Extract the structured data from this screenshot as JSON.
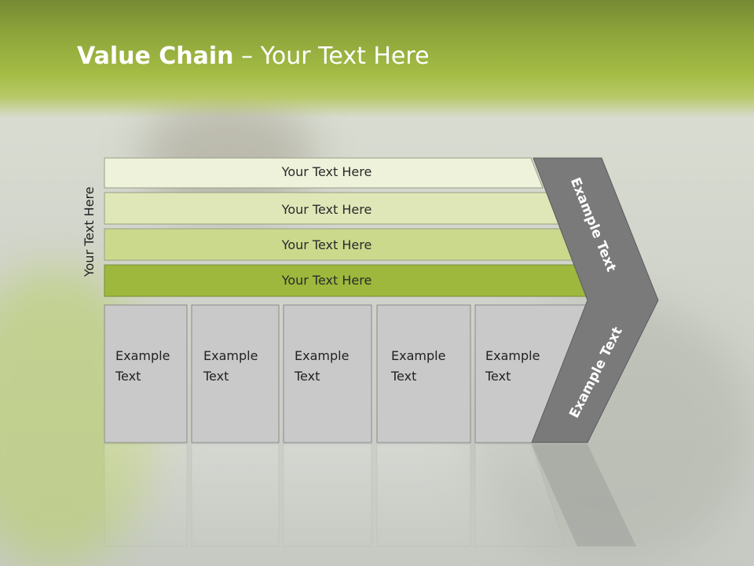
{
  "title": {
    "bold": "Value Chain",
    "rest": " – Your Text Here"
  },
  "side_label": "Your Text Here",
  "support_rows": [
    {
      "label": "Your Text Here",
      "color": "#eef2da"
    },
    {
      "label": "Your Text Here",
      "color": "#dfe7b8"
    },
    {
      "label": "Your Text Here",
      "color": "#cbd98d"
    },
    {
      "label": "Your Text Here",
      "color": "#9db83c"
    }
  ],
  "primary_boxes": [
    {
      "line1": "Example",
      "line2": "Text"
    },
    {
      "line1": "Example",
      "line2": "Text"
    },
    {
      "line1": "Example",
      "line2": "Text"
    },
    {
      "line1": "Example",
      "line2": "Text"
    },
    {
      "line1": "Example",
      "line2": "Text"
    }
  ],
  "chevron": {
    "upper_label": "Example Text",
    "lower_label": "Example Text",
    "color": "#7a7a7a"
  },
  "colors": {
    "header": "#94ad3c",
    "box_fill": "#c9c9c9",
    "box_border": "#8a8a8a"
  }
}
